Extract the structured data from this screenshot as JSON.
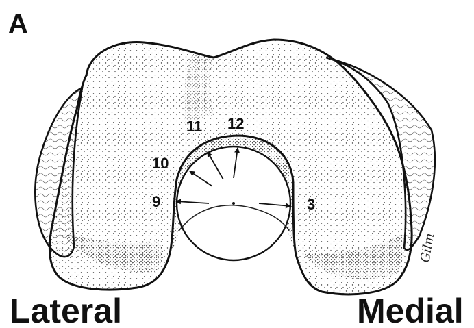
{
  "figure": {
    "panel_letter": "A",
    "lateral_label": "Lateral",
    "medial_label": "Medial",
    "artist_signature": "Gilm"
  },
  "clock_positions": [
    {
      "label": "12",
      "angle_deg": 0
    },
    {
      "label": "11",
      "angle_deg": -30
    },
    {
      "label": "10",
      "angle_deg": -60
    },
    {
      "label": "9",
      "angle_deg": -90
    },
    {
      "label": "3",
      "angle_deg": 90
    }
  ],
  "colors": {
    "ink": "#111111",
    "background": "#ffffff"
  }
}
